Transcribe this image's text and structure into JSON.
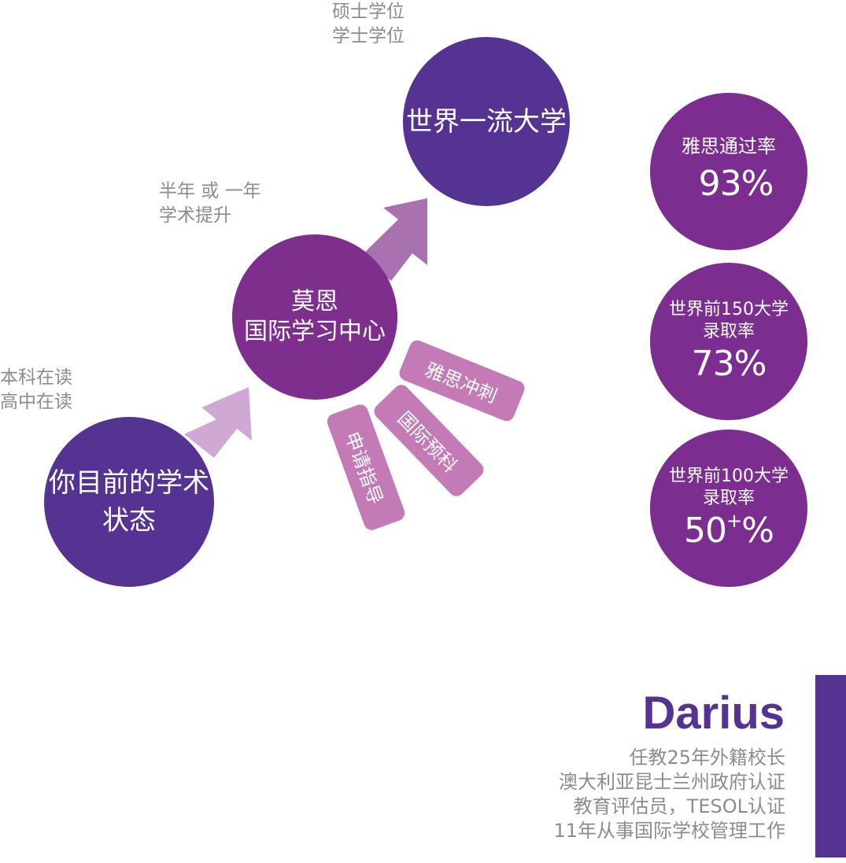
{
  "notes": {
    "degrees": [
      "硕士学位",
      "学士学位"
    ],
    "duration": [
      "半年 或 一年",
      "学术提升"
    ],
    "current": [
      "本科在读",
      "高中在读"
    ]
  },
  "nodes": {
    "current_status": [
      "你目前的学术",
      "状态"
    ],
    "moen_center": [
      "莫恩",
      "国际学习中心"
    ],
    "top_university": "世界一流大学"
  },
  "services": [
    "雅思冲刺",
    "国际预科",
    "申请指导"
  ],
  "stats": [
    {
      "title": [
        "雅思通过率"
      ],
      "value": "93%"
    },
    {
      "title": [
        "世界前150大学",
        "录取率"
      ],
      "value": "73%"
    },
    {
      "title": [
        "世界前100大学",
        "录取率"
      ],
      "value": "50",
      "value_sup": "+",
      "value_suffix": "%"
    }
  ],
  "bio": {
    "name": "Darius",
    "lines": [
      "任教25年外籍校长",
      "澳大利亚昆士兰州政府认证",
      "教育评估员，TESOL认证",
      "11年从事国际学校管理工作"
    ]
  },
  "colors": {
    "dark_purple": "#543393",
    "mid_purple": "#7e2f8e",
    "pill_pink": "#c47ab5",
    "arrow_light": "#cfa9d4",
    "arrow_mid": "#a971b0",
    "note_gray": "#8c8c8c"
  }
}
